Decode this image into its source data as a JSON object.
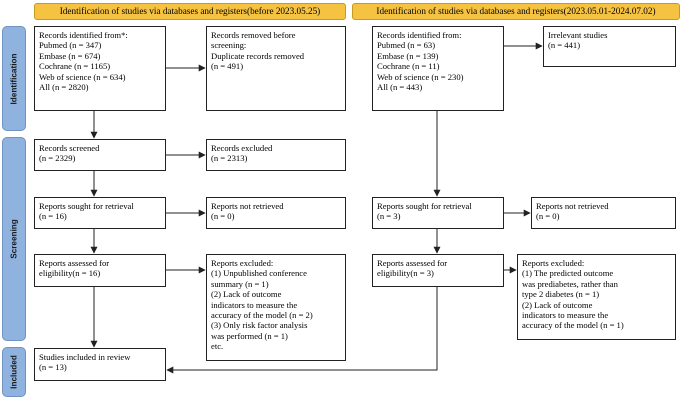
{
  "headers": {
    "left": "Identification of studies via databases and registers(before 2023.05.25)",
    "right": "Identification of studies via databases and registers(2023.05.01-2024.07.02)"
  },
  "phases": {
    "identification": "Identification",
    "screening": "Screening",
    "included": "Included"
  },
  "left_column": {
    "records_identified": [
      "Records identified from*:",
      "Pubmed (n = 347)",
      "Embase (n = 674)",
      "Cochrane (n = 1165)",
      "Web of science (n = 634)",
      "All (n = 2820)"
    ],
    "records_removed": [
      "Records removed before",
      "screening:",
      "Duplicate records removed",
      "(n = 491)"
    ],
    "records_screened": [
      "Records screened",
      "(n = 2329)"
    ],
    "records_excluded": [
      "Records excluded",
      "(n = 2313)"
    ],
    "reports_sought": [
      "Reports sought for retrieval",
      "(n = 16)"
    ],
    "reports_not_retrieved": [
      "Reports not retrieved",
      "(n = 0)"
    ],
    "reports_assessed": [
      "Reports assessed for",
      "eligibility(n = 16)"
    ],
    "reports_excluded": [
      "Reports excluded:",
      "(1) Unpublished conference",
      "summary (n = 1)",
      "(2) Lack of outcome",
      "indicators to measure the",
      "accuracy of the model (n = 2)",
      "(3) Only risk factor analysis",
      "was performed (n = 1)",
      "etc."
    ],
    "studies_included": [
      "Studies included in review",
      "(n = 13)"
    ]
  },
  "right_column": {
    "records_identified": [
      "Records identified from:",
      "Pubmed (n = 63)",
      "Embase (n = 139)",
      "Cochrane (n = 11)",
      "Web of science (n = 230)",
      "All (n = 443)"
    ],
    "irrelevant_studies": [
      "Irrelevant studies",
      "(n = 441)"
    ],
    "reports_sought": [
      "Reports sought for retrieval",
      "(n = 3)"
    ],
    "reports_not_retrieved": [
      "Reports not retrieved",
      "(n = 0)"
    ],
    "reports_assessed": [
      "Reports assessed for",
      "eligibility(n = 3)"
    ],
    "reports_excluded": [
      "Reports excluded:",
      "(1) The predicted outcome",
      "was prediabetes, rather than",
      "type 2 diabetes (n = 1)",
      "(2)  Lack of outcome",
      "indicators to measure the",
      "accuracy of the model (n = 1)"
    ]
  },
  "colors": {
    "header_fill": "#f5c242",
    "phase_fill": "#8fb2de",
    "line": "#222222"
  }
}
